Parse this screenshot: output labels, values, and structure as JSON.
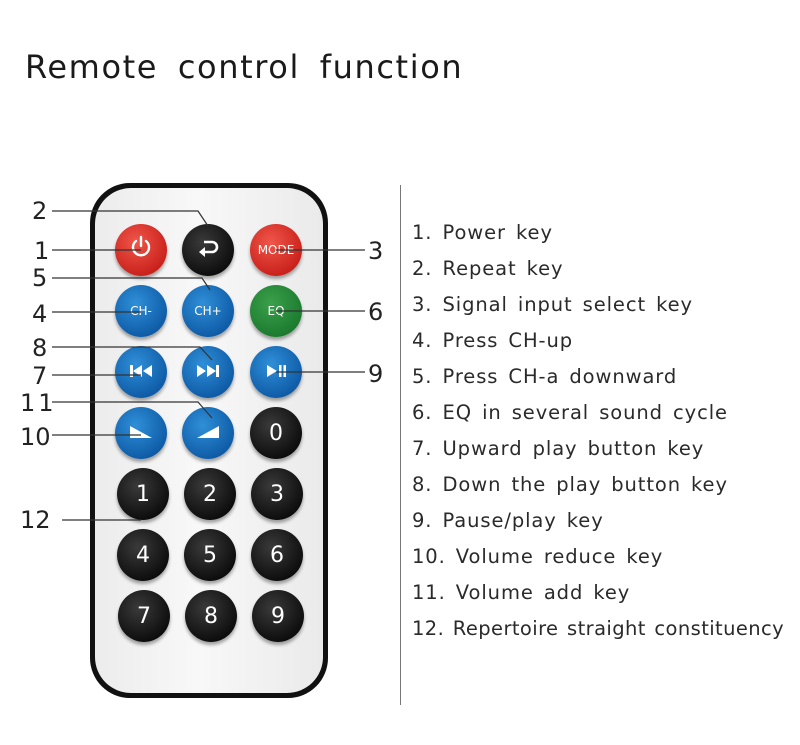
{
  "title": "Remote control function",
  "keys": {
    "power": "",
    "repeat": "",
    "mode": "MODE",
    "ch_minus": "CH-",
    "ch_plus": "CH+",
    "eq": "EQ",
    "num": [
      "0",
      "1",
      "2",
      "3",
      "4",
      "5",
      "6",
      "7",
      "8",
      "9"
    ]
  },
  "callouts": [
    "1",
    "2",
    "3",
    "4",
    "5",
    "6",
    "7",
    "8",
    "9",
    "10",
    "11",
    "12"
  ],
  "functions": [
    "1. Power key",
    "2. Repeat key",
    "3. Signal input select key",
    "4. Press CH-up",
    "5. Press CH-a downward",
    "6. EQ in several sound cycle",
    "7. Upward play button key",
    "8. Down the play button key",
    "9. Pause/play key",
    "10. Volume reduce key",
    "11. Volume add key",
    "12. Repertoire straight constituency"
  ],
  "colors": {
    "power": "#d82a22",
    "mode": "#d82a22",
    "channel": "#1470c0",
    "eq": "#239040",
    "number": "#1a1a1a"
  },
  "icons": [
    "power-icon",
    "repeat-icon",
    "previous-icon",
    "next-icon",
    "play-pause-icon",
    "volume-down-icon",
    "volume-up-icon"
  ]
}
